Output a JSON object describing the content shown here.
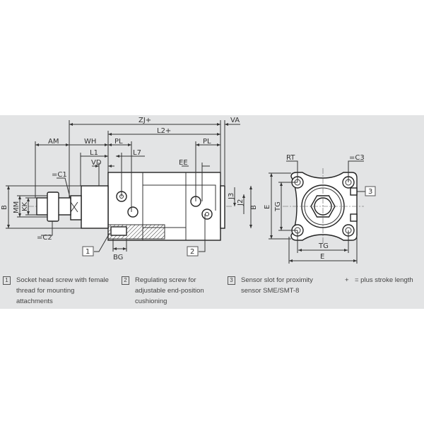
{
  "dimensions": {
    "zj": "ZJ+",
    "va": "VA",
    "l2": "L2+",
    "am": "AM",
    "wh": "WH",
    "pl": "PL",
    "l1": "L1",
    "l7": "L7",
    "vd": "VD",
    "ee": "EE",
    "c1": "=C1",
    "c2": "=C2",
    "b": "B",
    "mm": "MM",
    "kk": "KK",
    "j3": "J3",
    "j2": "J2",
    "bg": "BG",
    "rt": "RT",
    "c3": "=C3",
    "e": "E",
    "tg": "TG"
  },
  "callouts": [
    "1",
    "2",
    "3"
  ],
  "legend": [
    {
      "num": "1",
      "text": [
        "Socket head screw with female",
        "thread for mounting",
        "attachments"
      ]
    },
    {
      "num": "2",
      "text": [
        "Regulating screw for",
        "adjustable end-position",
        "cushioning"
      ]
    },
    {
      "num": "3",
      "text": [
        "Sensor slot for proximity",
        "sensor SME/SMT-8"
      ]
    },
    {
      "num": "+",
      "text": [
        "= plus stroke length"
      ]
    }
  ],
  "colors": {
    "background": "#e3e4e5",
    "line": "#333333",
    "part_fill": "#ffffff"
  }
}
